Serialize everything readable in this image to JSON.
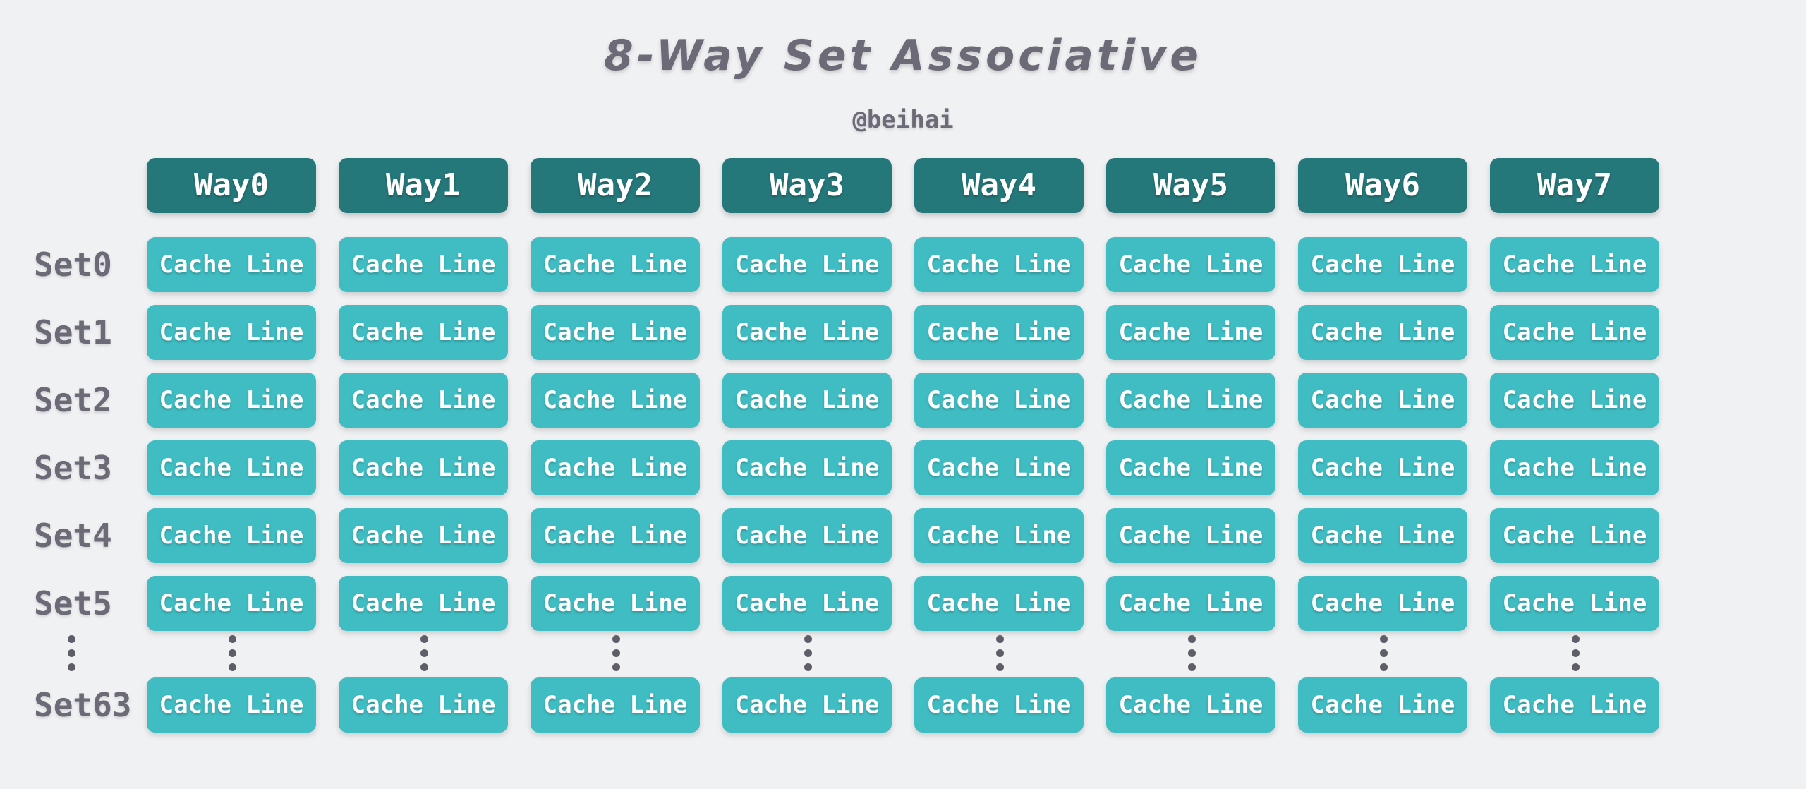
{
  "title": "8-Way Set Associative",
  "author": "@beihai",
  "ways": [
    "Way0",
    "Way1",
    "Way2",
    "Way3",
    "Way4",
    "Way5",
    "Way6",
    "Way7"
  ],
  "sets": [
    "Set0",
    "Set1",
    "Set2",
    "Set3",
    "Set4",
    "Set5",
    "Set63"
  ],
  "cell_label": "Cache Line",
  "colors": {
    "background": "#f0f1f3",
    "header": "#25787a",
    "cell": "#3fbdc3",
    "text_gray": "#6c6a77"
  }
}
